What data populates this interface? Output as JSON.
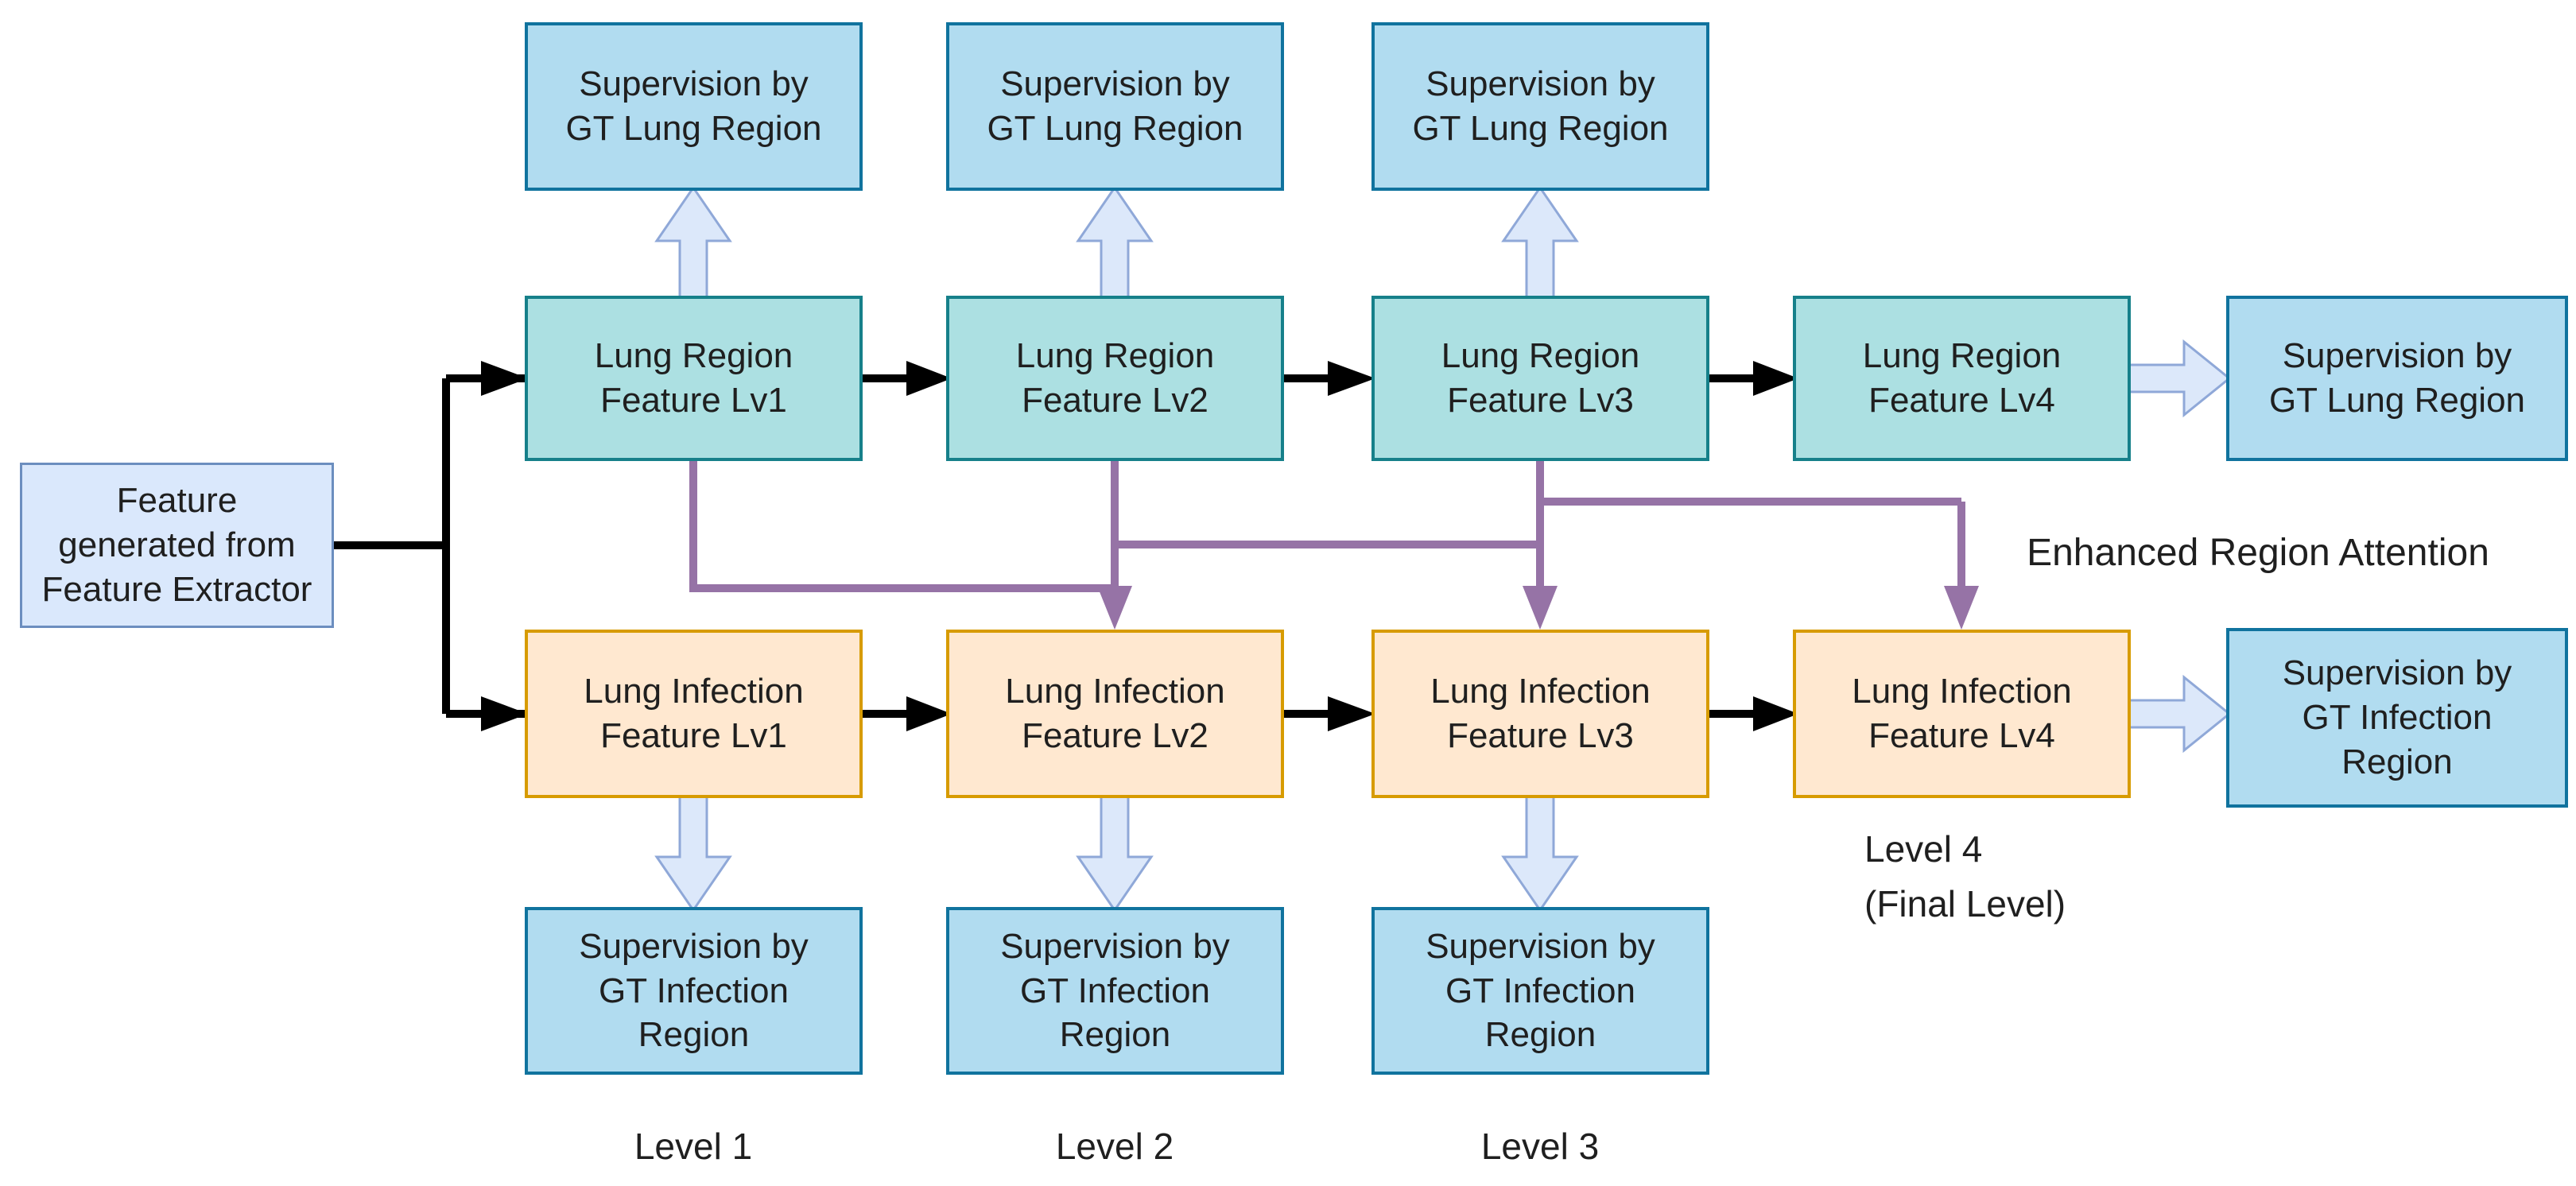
{
  "palette": {
    "text": "#1f1f1f",
    "sup-fill": "#b1dcf0",
    "sup-stroke": "#10739e",
    "region-fill": "#ace0e2",
    "region-stroke": "#16808a",
    "inf-fill": "#ffe8d0",
    "inf-stroke": "#d79b00",
    "feat-fill": "#dae8fc",
    "feat-stroke": "#6c8ebf",
    "arrow-fill": "#dce8fa",
    "arrow-stroke": "#8fa8d8",
    "purple": "#9673a6",
    "black-line": "#000000",
    "bg": "#ffffff"
  },
  "feature_box": {
    "label": "Feature\ngenerated from\nFeature Extractor"
  },
  "columns": [
    {
      "top_supervision": "Supervision by\nGT Lung Region",
      "region": "Lung Region\nFeature Lv1",
      "infection": "Lung Infection\nFeature Lv1",
      "bottom_supervision": "Supervision by\nGT Infection\nRegion",
      "level_label": "Level 1"
    },
    {
      "top_supervision": "Supervision by\nGT Lung Region",
      "region": "Lung Region\nFeature Lv2",
      "infection": "Lung Infection\nFeature Lv2",
      "bottom_supervision": "Supervision by\nGT Infection\nRegion",
      "level_label": "Level 2"
    },
    {
      "top_supervision": "Supervision by\nGT Lung Region",
      "region": "Lung Region\nFeature Lv3",
      "infection": "Lung Infection\nFeature Lv3",
      "bottom_supervision": "Supervision by\nGT Infection\nRegion",
      "level_label": "Level 3"
    },
    {
      "region": "Lung Region\nFeature Lv4",
      "infection": "Lung Infection\nFeature Lv4",
      "level_label": "Level 4\n(Final Level)"
    }
  ],
  "right_outputs": {
    "lung": "Supervision by\nGT Lung Region",
    "infection": "Supervision by\nGT Infection\nRegion"
  },
  "annotations": {
    "enhanced_region_attention": "Enhanced Region Attention"
  }
}
